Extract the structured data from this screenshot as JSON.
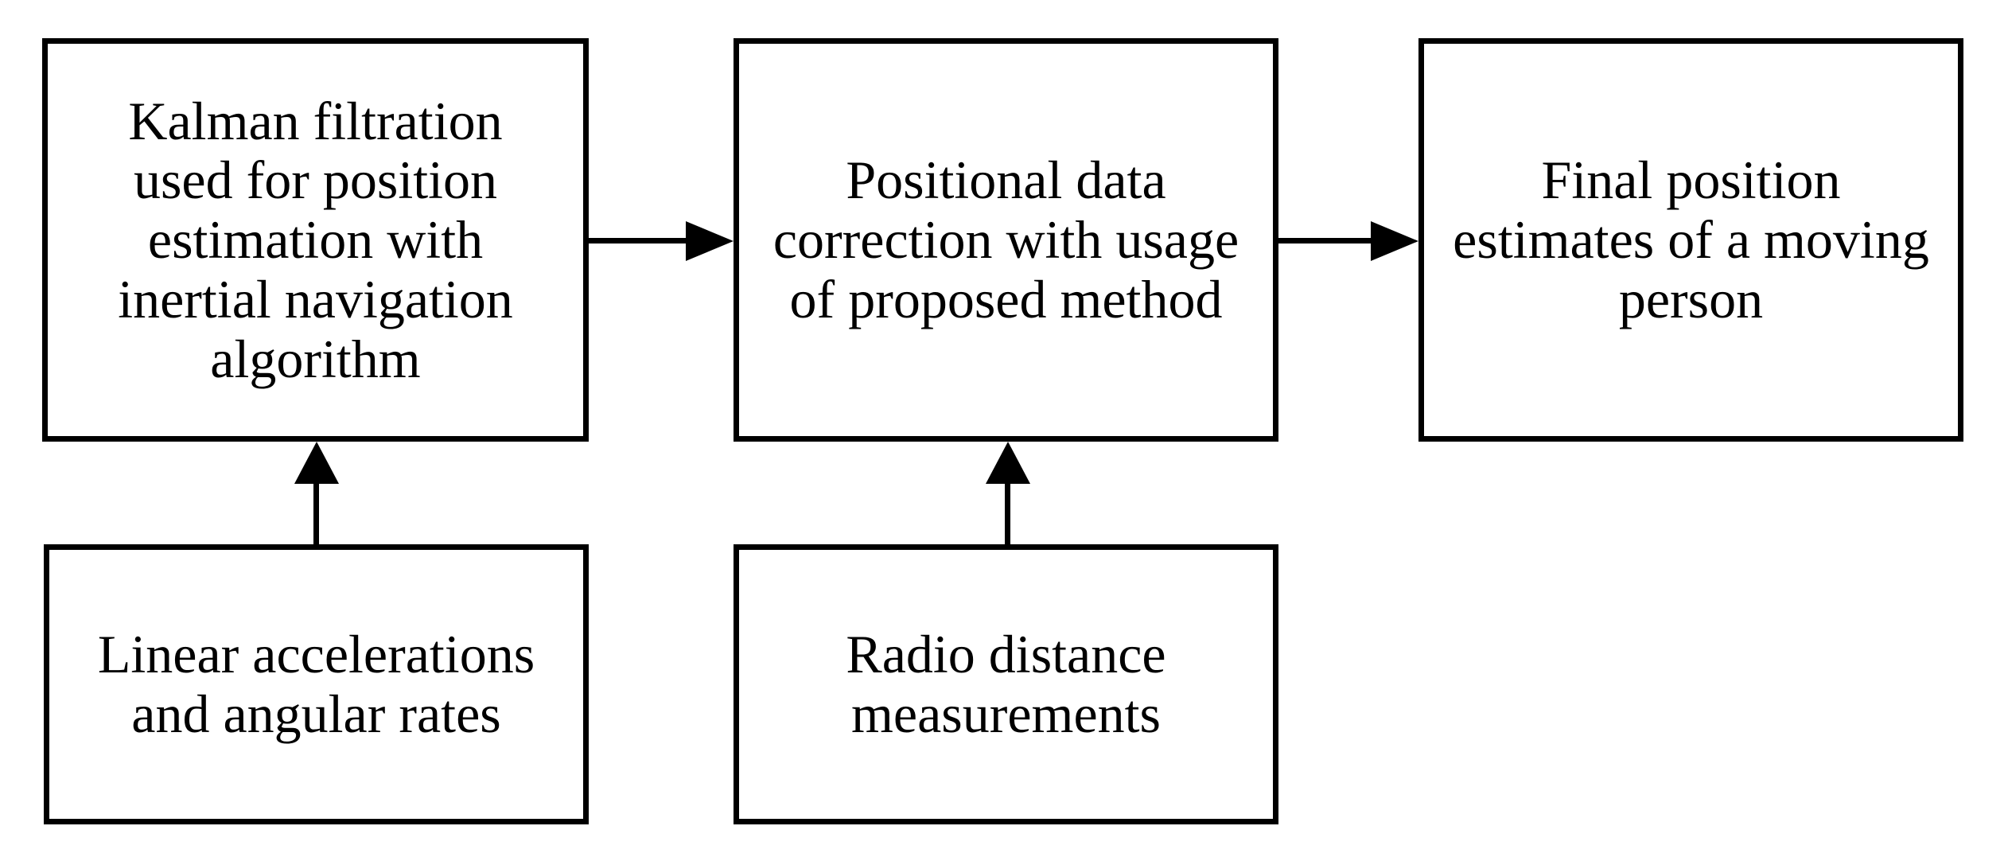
{
  "diagram": {
    "background_color": "#ffffff",
    "stroke_color": "#000000",
    "boxes": {
      "kalman": {
        "lines": [
          "Kalman filtration",
          "used for position",
          "estimation with",
          "inertial navigation",
          "algorithm"
        ]
      },
      "correction": {
        "lines": [
          "Positional data",
          "correction with usage",
          "of proposed method"
        ]
      },
      "final": {
        "lines": [
          "Final position",
          "estimates of a moving",
          "person"
        ]
      },
      "accel": {
        "lines": [
          "Linear accelerations",
          "and angular rates"
        ]
      },
      "radio": {
        "lines": [
          "Radio distance",
          "measurements"
        ]
      }
    },
    "arrows": [
      {
        "from": "kalman",
        "to": "correction",
        "direction": "right"
      },
      {
        "from": "correction",
        "to": "final",
        "direction": "right"
      },
      {
        "from": "accel",
        "to": "kalman",
        "direction": "up"
      },
      {
        "from": "radio",
        "to": "correction",
        "direction": "up"
      }
    ]
  }
}
